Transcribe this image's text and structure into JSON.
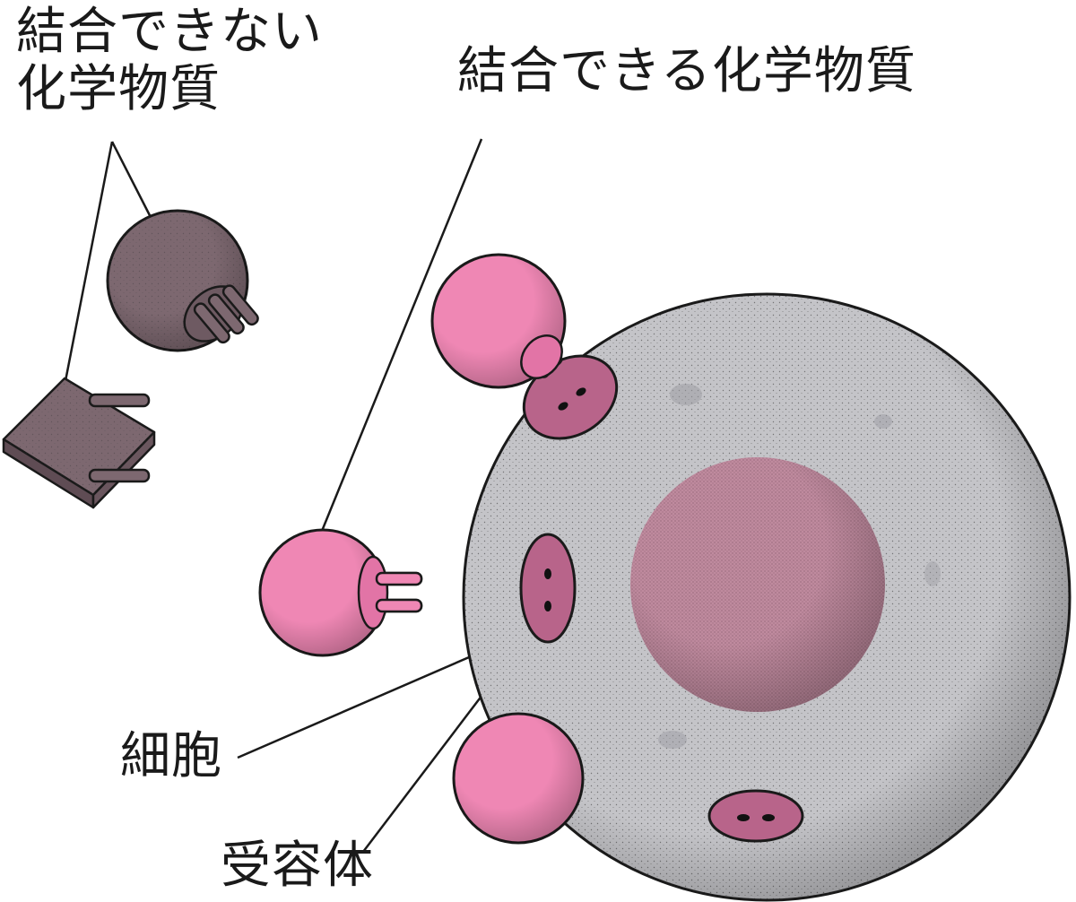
{
  "labels": {
    "nonbinding_line1": "結合できない",
    "nonbinding_line2": "化学物質",
    "binding": "結合できる化学物質",
    "cell": "細胞",
    "receptor": "受容体"
  },
  "colors": {
    "cell_fill": "#c4c4c8",
    "nucleus_fill": "#bf8a9e",
    "binding_chemical": "#ef87b4",
    "receptor": "#b8648a",
    "nonbinding_chemical": "#7d6870",
    "outline": "#1a1a1a"
  }
}
